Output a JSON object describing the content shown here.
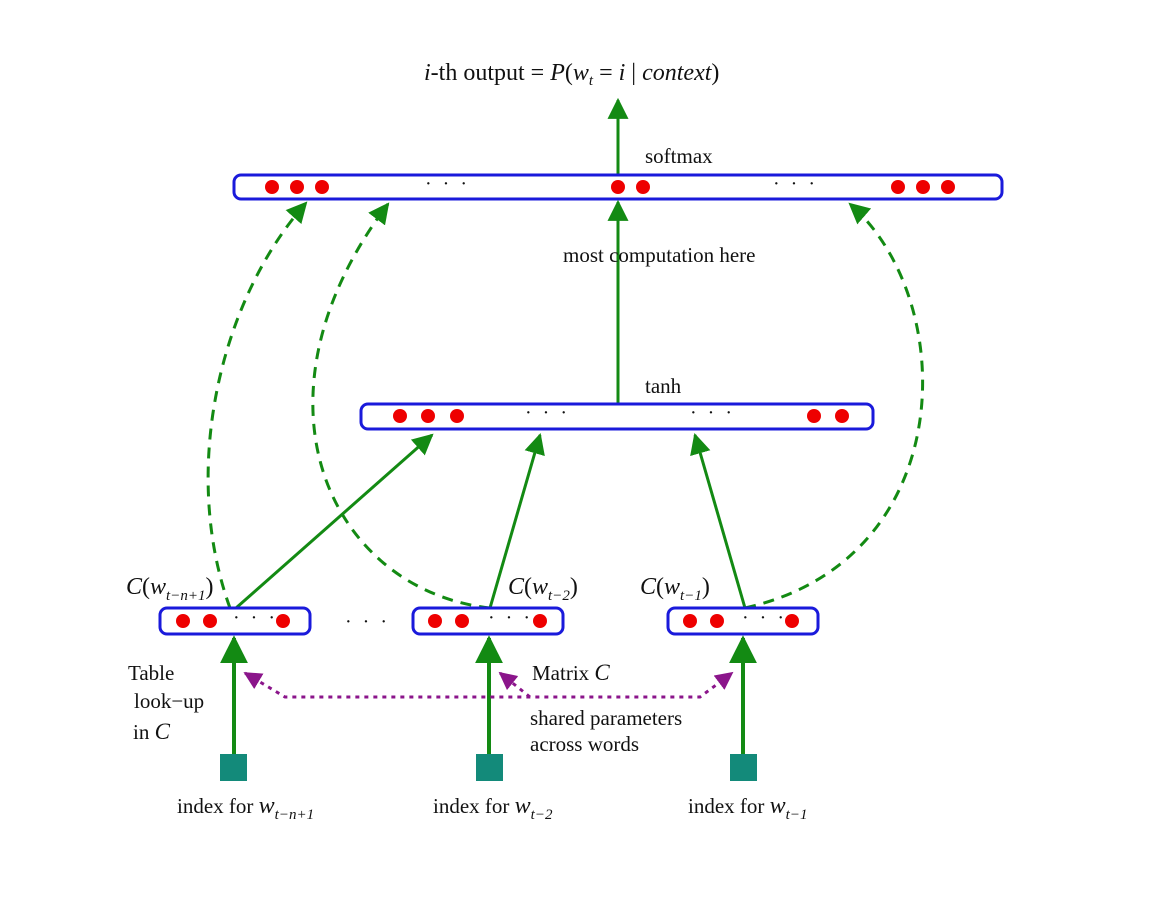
{
  "output": {
    "prefix_italic": "i",
    "prefix_rest": "-th output = ",
    "P": "P",
    "open": "(",
    "w": "w",
    "w_sub": "t",
    "eq": " = ",
    "i": "i",
    "bar": " | ",
    "context": "context",
    "close": ")"
  },
  "layers": {
    "softmax": "softmax",
    "most_computation": "most  computation here",
    "tanh": "tanh",
    "ellipsis": "· · ·",
    "between_ellipsis": "· · ·"
  },
  "embeddings": {
    "left": {
      "C": "C",
      "open": "(",
      "w": "w",
      "sub": "t−n+1",
      "close": ")"
    },
    "middle": {
      "C": "C",
      "open": "(",
      "w": "w",
      "sub": "t−2",
      "close": ")"
    },
    "right": {
      "C": "C",
      "open": "(",
      "w": "w",
      "sub": "t−1",
      "close": ")"
    }
  },
  "lookup": {
    "line1": "Table",
    "line2": "look−up",
    "line3": "in ",
    "line3_C": "C"
  },
  "matrix": {
    "label": "Matrix ",
    "label_C": "C",
    "shared1": "shared parameters",
    "shared2": "across words"
  },
  "indices": {
    "left": {
      "text": "index for ",
      "w": "w",
      "sub": "t−n+1"
    },
    "middle": {
      "text": "index for ",
      "w": "w",
      "sub": "t−2"
    },
    "right": {
      "text": "index for ",
      "w": "w",
      "sub": "t−1"
    }
  },
  "colors": {
    "box_border": "#1a1adb",
    "neuron": "#ee0000",
    "arrow": "#138a13",
    "dashed": "#138a13",
    "shared": "#8b158b",
    "index_square": "#138a7a"
  }
}
